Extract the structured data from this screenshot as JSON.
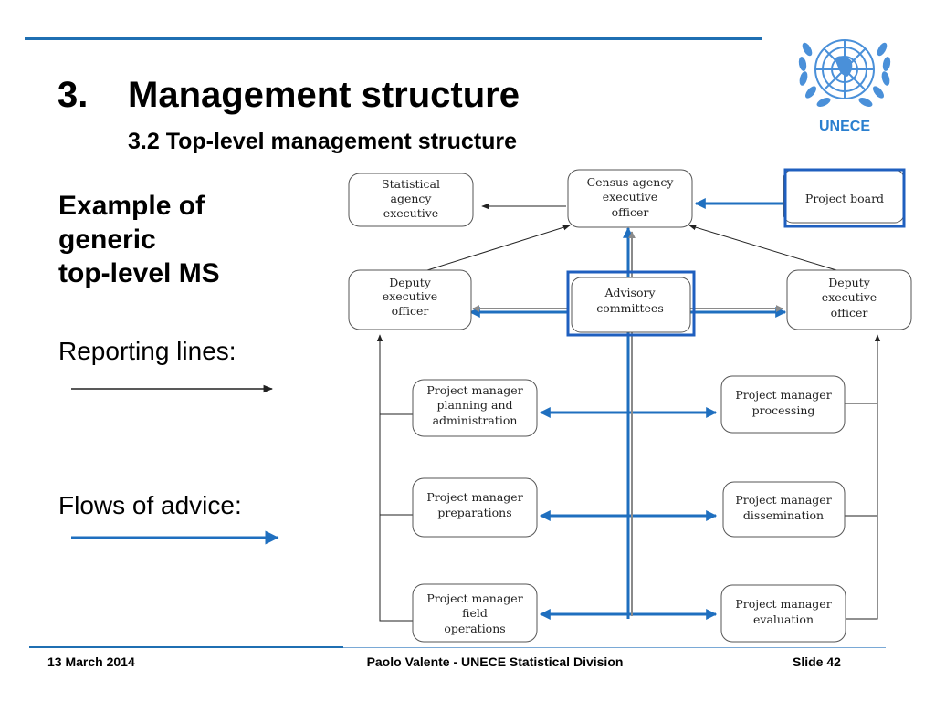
{
  "header": {
    "number": "3.",
    "title": "Management structure",
    "subtitle": "3.2 Top-level management structure",
    "logo_text": "UNECE"
  },
  "sidebar": {
    "heading_lines": [
      "Example of",
      "generic",
      "top-level MS"
    ],
    "reporting_label": "Reporting lines:",
    "advice_label": "Flows of advice:"
  },
  "diagram": {
    "nodes": {
      "statistical_agency_executive": [
        "Statistical",
        "agency",
        "executive"
      ],
      "census_agency_executive_officer": [
        "Census agency",
        "executive",
        "officer"
      ],
      "project_board": [
        "Project board"
      ],
      "deputy_executive_officer_left": [
        "Deputy",
        "executive",
        "officer"
      ],
      "advisory_committees": [
        "Advisory",
        "committees"
      ],
      "deputy_executive_officer_right": [
        "Deputy",
        "executive",
        "officer"
      ],
      "pm_planning_administration": [
        "Project manager",
        "planning and",
        "administration"
      ],
      "pm_processing": [
        "Project manager",
        "processing"
      ],
      "pm_preparations": [
        "Project manager",
        "preparations"
      ],
      "pm_dissemination": [
        "Project manager",
        "dissemination"
      ],
      "pm_field_operations": [
        "Project manager",
        "field",
        "operations"
      ],
      "pm_evaluation": [
        "Project manager",
        "evaluation"
      ]
    },
    "colors": {
      "advice": "#1f6fbf",
      "reporting": "#222222",
      "node_border": "#555555"
    }
  },
  "footer": {
    "date": "13 March 2014",
    "author": "Paolo Valente - UNECE Statistical Division",
    "slide": "Slide 42"
  }
}
